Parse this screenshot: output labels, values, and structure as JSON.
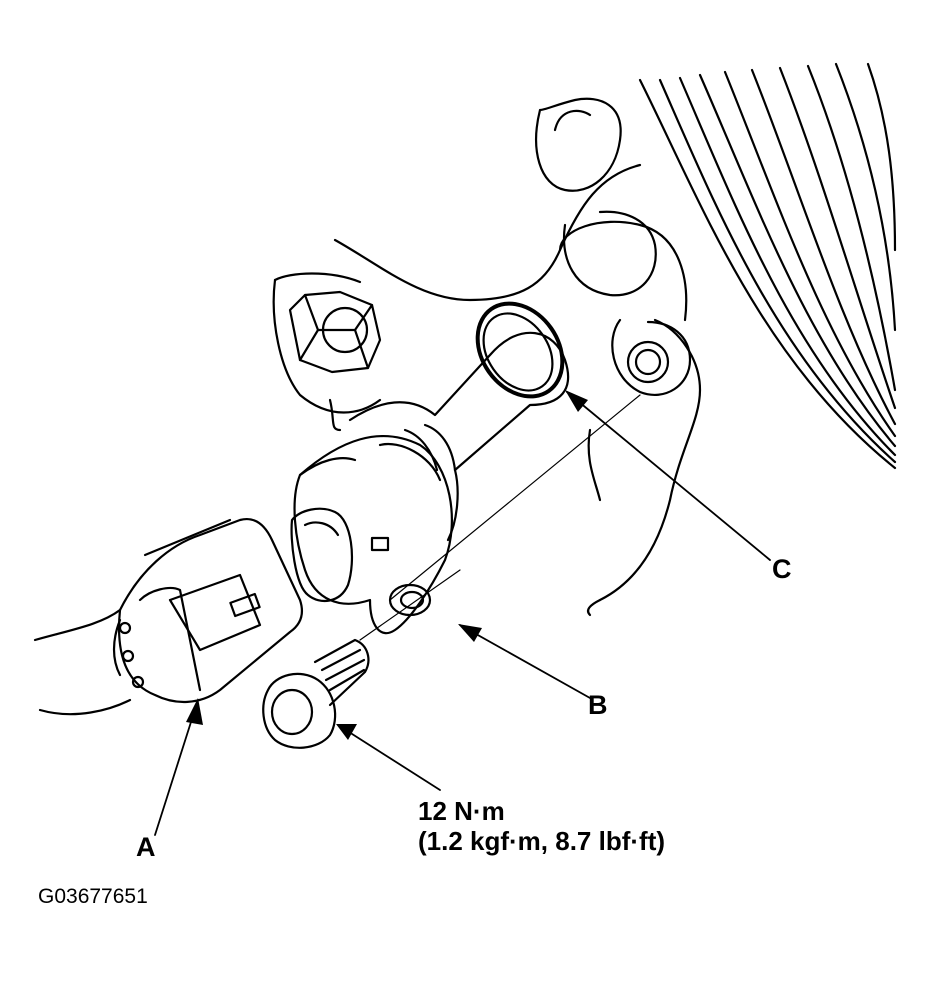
{
  "callouts": {
    "a": "A",
    "b": "B",
    "c": "C"
  },
  "torque": {
    "line1": "12 N·m",
    "line2": "(1.2 kgf·m, 8.7 lbf·ft)"
  },
  "figure_id": "G03677651",
  "parts": {
    "a": "connector-icon",
    "b": "sensor-icon",
    "c": "o-ring-icon",
    "bolt": "bolt-icon"
  }
}
